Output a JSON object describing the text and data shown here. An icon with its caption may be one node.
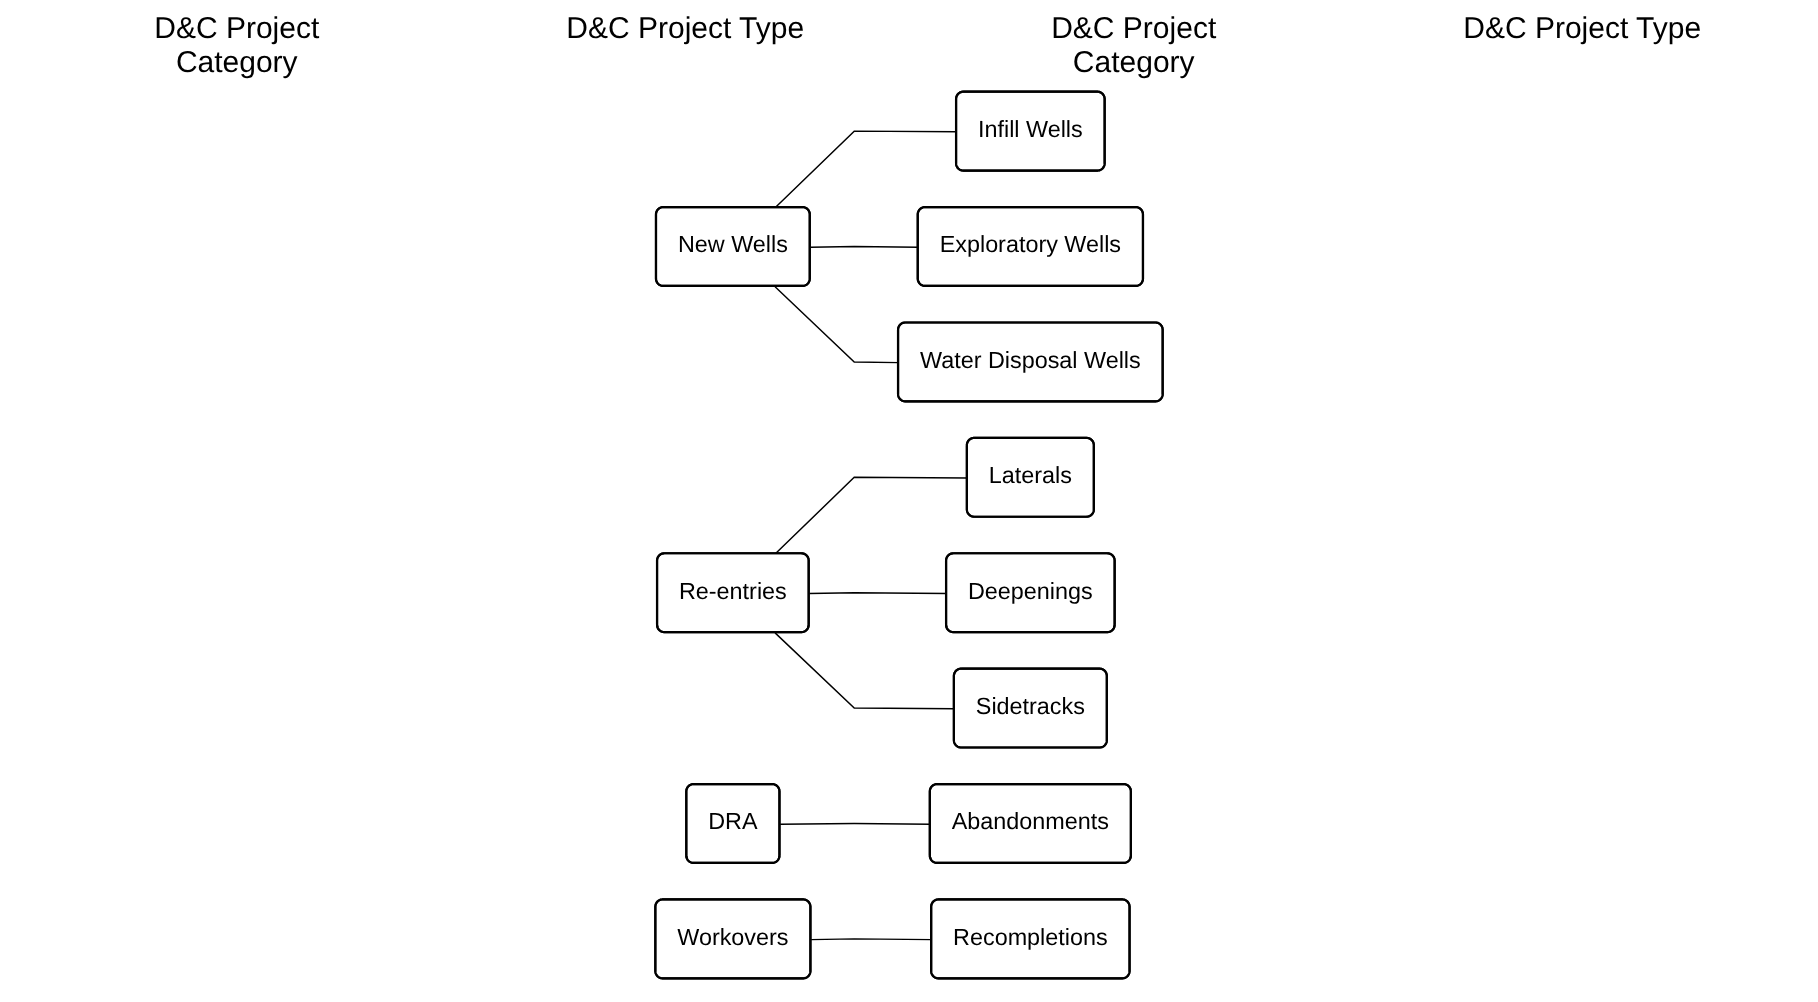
{
  "diagram": {
    "nodes": [
      {
        "text": [
          "New Wells"
        ]
      },
      {
        "text": [
          "Infill Wells"
        ]
      },
      {
        "text": [
          "Exploratory Wells"
        ]
      },
      {
        "text": [
          "Water Disposal Wells"
        ]
      },
      {
        "text": [
          "Re-entries"
        ]
      },
      {
        "text": [
          "Laterals"
        ]
      },
      {
        "text": [
          "Deepenings"
        ]
      },
      {
        "text": [
          "Sidetracks"
        ]
      },
      {
        "text": [
          "DRA"
        ]
      },
      {
        "text": [
          "Abandonments"
        ]
      },
      {
        "text": [
          "Workovers"
        ]
      },
      {
        "text": [
          "Recompletions"
        ]
      }
    ],
    "edges": [
      {
        "from": 0,
        "to": 1,
        "arrow": "none"
      },
      {
        "from": 0,
        "to": 2,
        "arrow": "none"
      },
      {
        "from": 0,
        "to": 3,
        "arrow": "none"
      },
      {
        "from": 4,
        "to": 5,
        "arrow": "none"
      },
      {
        "from": 4,
        "to": 6,
        "arrow": "none"
      },
      {
        "from": 4,
        "to": 7,
        "arrow": "none"
      },
      {
        "from": 8,
        "to": 9,
        "arrow": "none"
      },
      {
        "from": 10,
        "to": 11,
        "arrow": "none"
      }
    ],
    "labels": [
      "D&C Project Category",
      "D&C Project Type",
      "D&C Project Category",
      "D&C Project Type"
    ]
  }
}
